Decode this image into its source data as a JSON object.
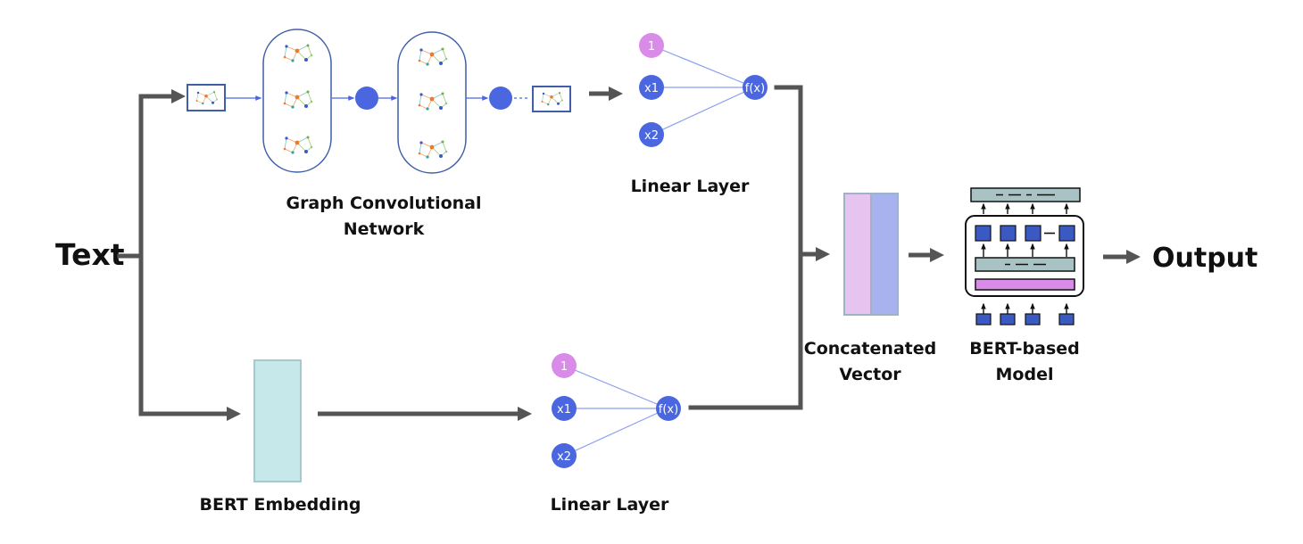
{
  "input": {
    "label": "Text"
  },
  "output": {
    "label": "Output"
  },
  "gcn": {
    "caption_line1": "Graph Convolutional",
    "caption_line2": "Network"
  },
  "linear_top": {
    "caption": "Linear Layer",
    "nodes": [
      "1",
      "x1",
      "x2"
    ],
    "output_node": "f(x)"
  },
  "linear_bottom": {
    "caption": "Linear Layer",
    "nodes": [
      "1",
      "x1",
      "x2"
    ],
    "output_node": "f(x)"
  },
  "bert_embedding": {
    "caption": "BERT Embedding"
  },
  "concat": {
    "caption_line1": "Concatenated",
    "caption_line2": "Vector"
  },
  "bert_model": {
    "caption_line1": "BERT-based",
    "caption_line2": "Model"
  },
  "colors": {
    "arrow": "#555555",
    "node_blue": "#4b67e0",
    "node_pink": "#d98be8",
    "graph_border": "#3f5fa8",
    "embedding_fill": "#c7e8ea",
    "concat_pink": "#e6c4ef",
    "concat_blue": "#a7b2ef",
    "bert_gray": "#a9c3c5",
    "bert_magenta": "#d88ce8",
    "bert_square": "#3a5ac2"
  }
}
